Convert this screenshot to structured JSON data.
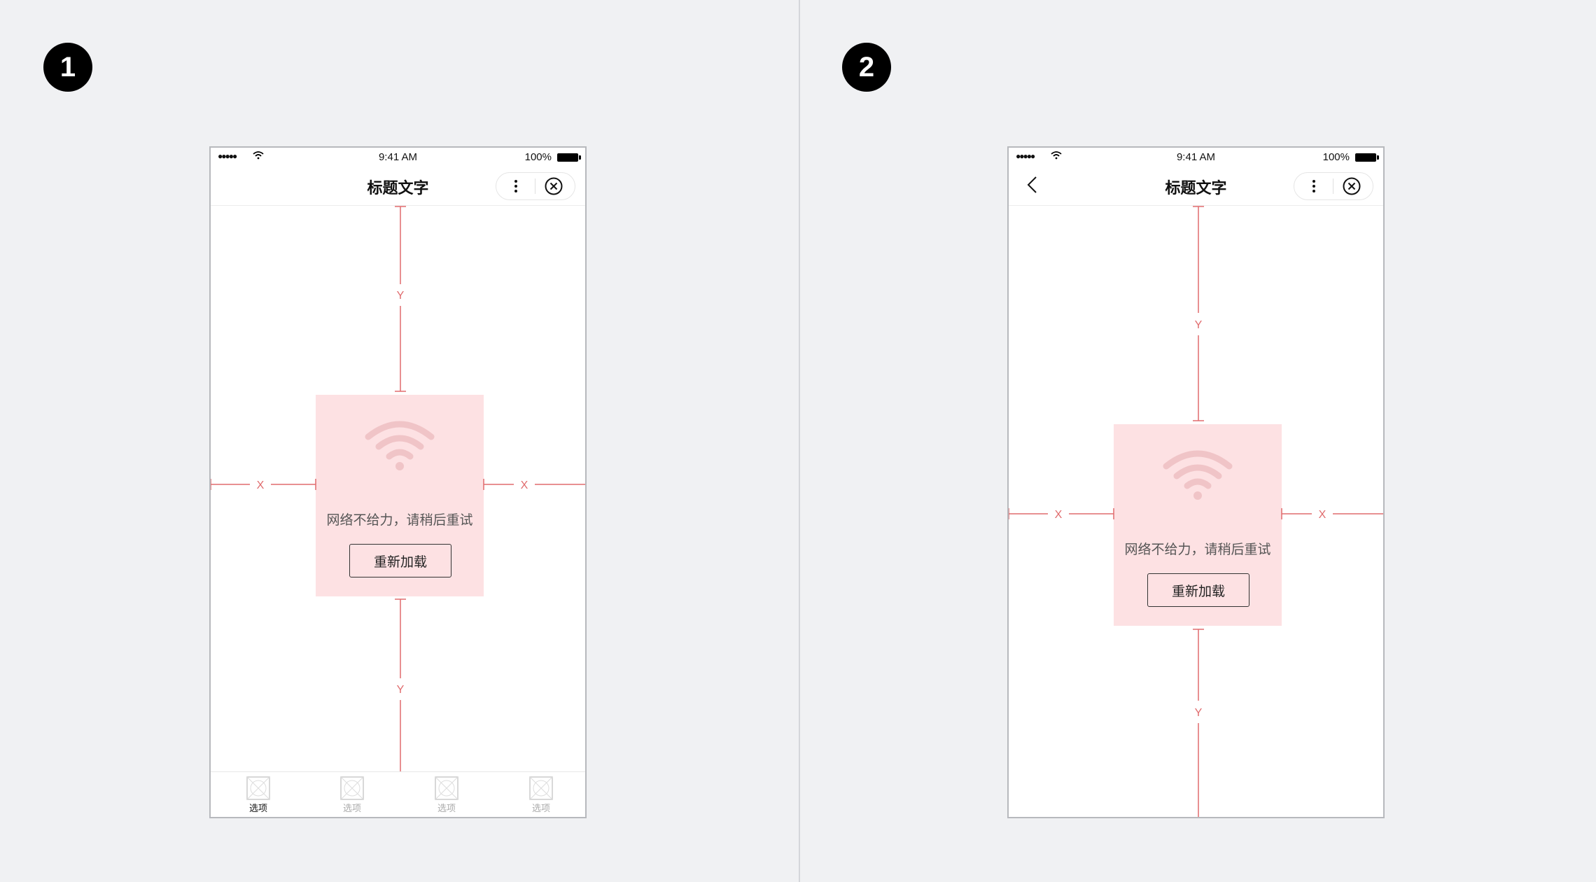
{
  "panels": [
    {
      "badge": "1",
      "status": {
        "time": "9:41 AM",
        "battery": "100%"
      },
      "nav": {
        "title": "标题文字"
      },
      "state": {
        "message": "网络不给力，请稍后重试",
        "button": "重新加载"
      },
      "measure": {
        "x": "X",
        "y": "Y"
      },
      "tabs": [
        {
          "label": "选项",
          "active": true
        },
        {
          "label": "选项",
          "active": false
        },
        {
          "label": "选项",
          "active": false
        },
        {
          "label": "选项",
          "active": false
        }
      ]
    },
    {
      "badge": "2",
      "status": {
        "time": "9:41 AM",
        "battery": "100%"
      },
      "nav": {
        "title": "标题文字"
      },
      "state": {
        "message": "网络不给力，请稍后重试",
        "button": "重新加载"
      },
      "measure": {
        "x": "X",
        "y": "Y"
      }
    }
  ],
  "colors": {
    "annotation": "#e06c6e",
    "placeholder_fill": "#fde1e3",
    "background": "#f0f1f3"
  }
}
